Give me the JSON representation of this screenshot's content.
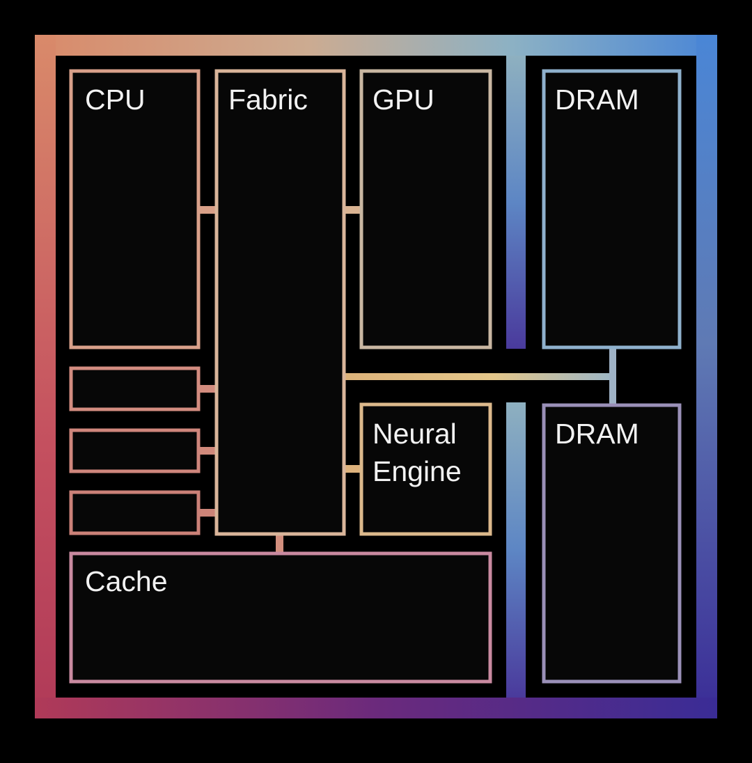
{
  "colors": {
    "background": "#000000",
    "block_fill": "#070707",
    "gradient": [
      "#d98a6a",
      "#cfa38c",
      "#8fb1c6",
      "#4a86d6",
      "#c64a63",
      "#4a2a92",
      "#3b2f9a"
    ]
  },
  "blocks": {
    "cpu": "CPU",
    "fabric": "Fabric",
    "gpu": "GPU",
    "dram_top": "DRAM",
    "neural_engine": [
      "Neural",
      "Engine"
    ],
    "dram_bottom": "DRAM",
    "cache": "Cache"
  }
}
